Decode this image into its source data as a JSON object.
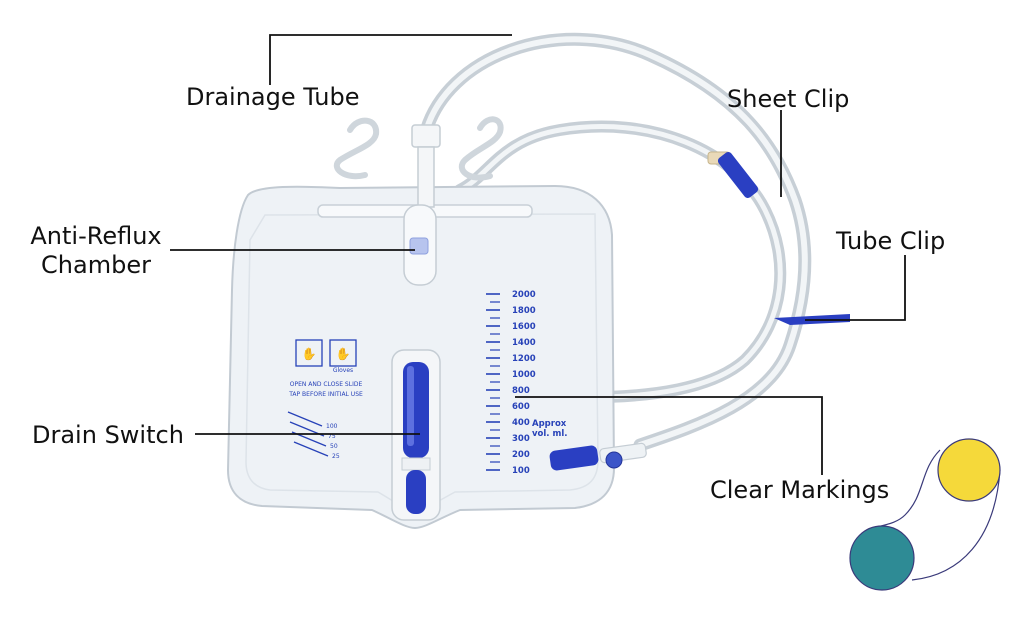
{
  "callouts": {
    "drainage_tube": "Drainage Tube",
    "sheet_clip": "Sheet Clip",
    "anti_reflux": [
      "Anti-Reflux",
      "Chamber"
    ],
    "tube_clip": "Tube Clip",
    "drain_switch": "Drain Switch",
    "clear_markings": "Clear Markings"
  },
  "bag": {
    "graduations": [
      "2000",
      "1800",
      "1600",
      "1400",
      "1200",
      "1000",
      "800",
      "600",
      "400",
      "300",
      "200",
      "100"
    ],
    "approx_label": [
      "Approx",
      "vol. ml."
    ],
    "instruction_lines": [
      "OPEN AND CLOSE SLIDE",
      "TAP BEFORE INITIAL USE"
    ],
    "gloves_label": "Gloves",
    "small_scale": [
      "100",
      "75",
      "50",
      "25"
    ]
  },
  "colors": {
    "accent_blue": "#2742b8",
    "tube": "#d6dde3",
    "leader_line": "#111111",
    "decor_yellow": "#f5d93a",
    "decor_teal": "#2e8b95",
    "decor_outline": "#3a3a7a"
  }
}
